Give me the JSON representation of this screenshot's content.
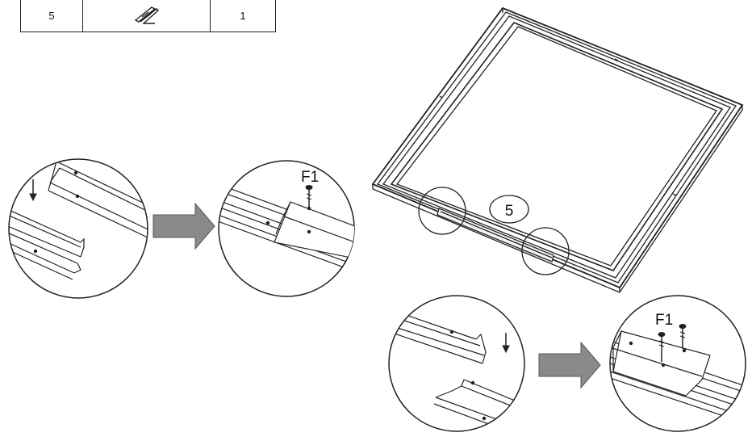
{
  "parts_table": {
    "part_number": "5",
    "part_icon": "hinge-strip-icon",
    "quantity": "1"
  },
  "callouts": {
    "part_label": "5",
    "screw_label_top": "F1",
    "screw_label_bottom": "F1"
  },
  "colors": {
    "line": "#222222",
    "arrow_fill": "#8a8a8a",
    "background": "#ffffff"
  }
}
